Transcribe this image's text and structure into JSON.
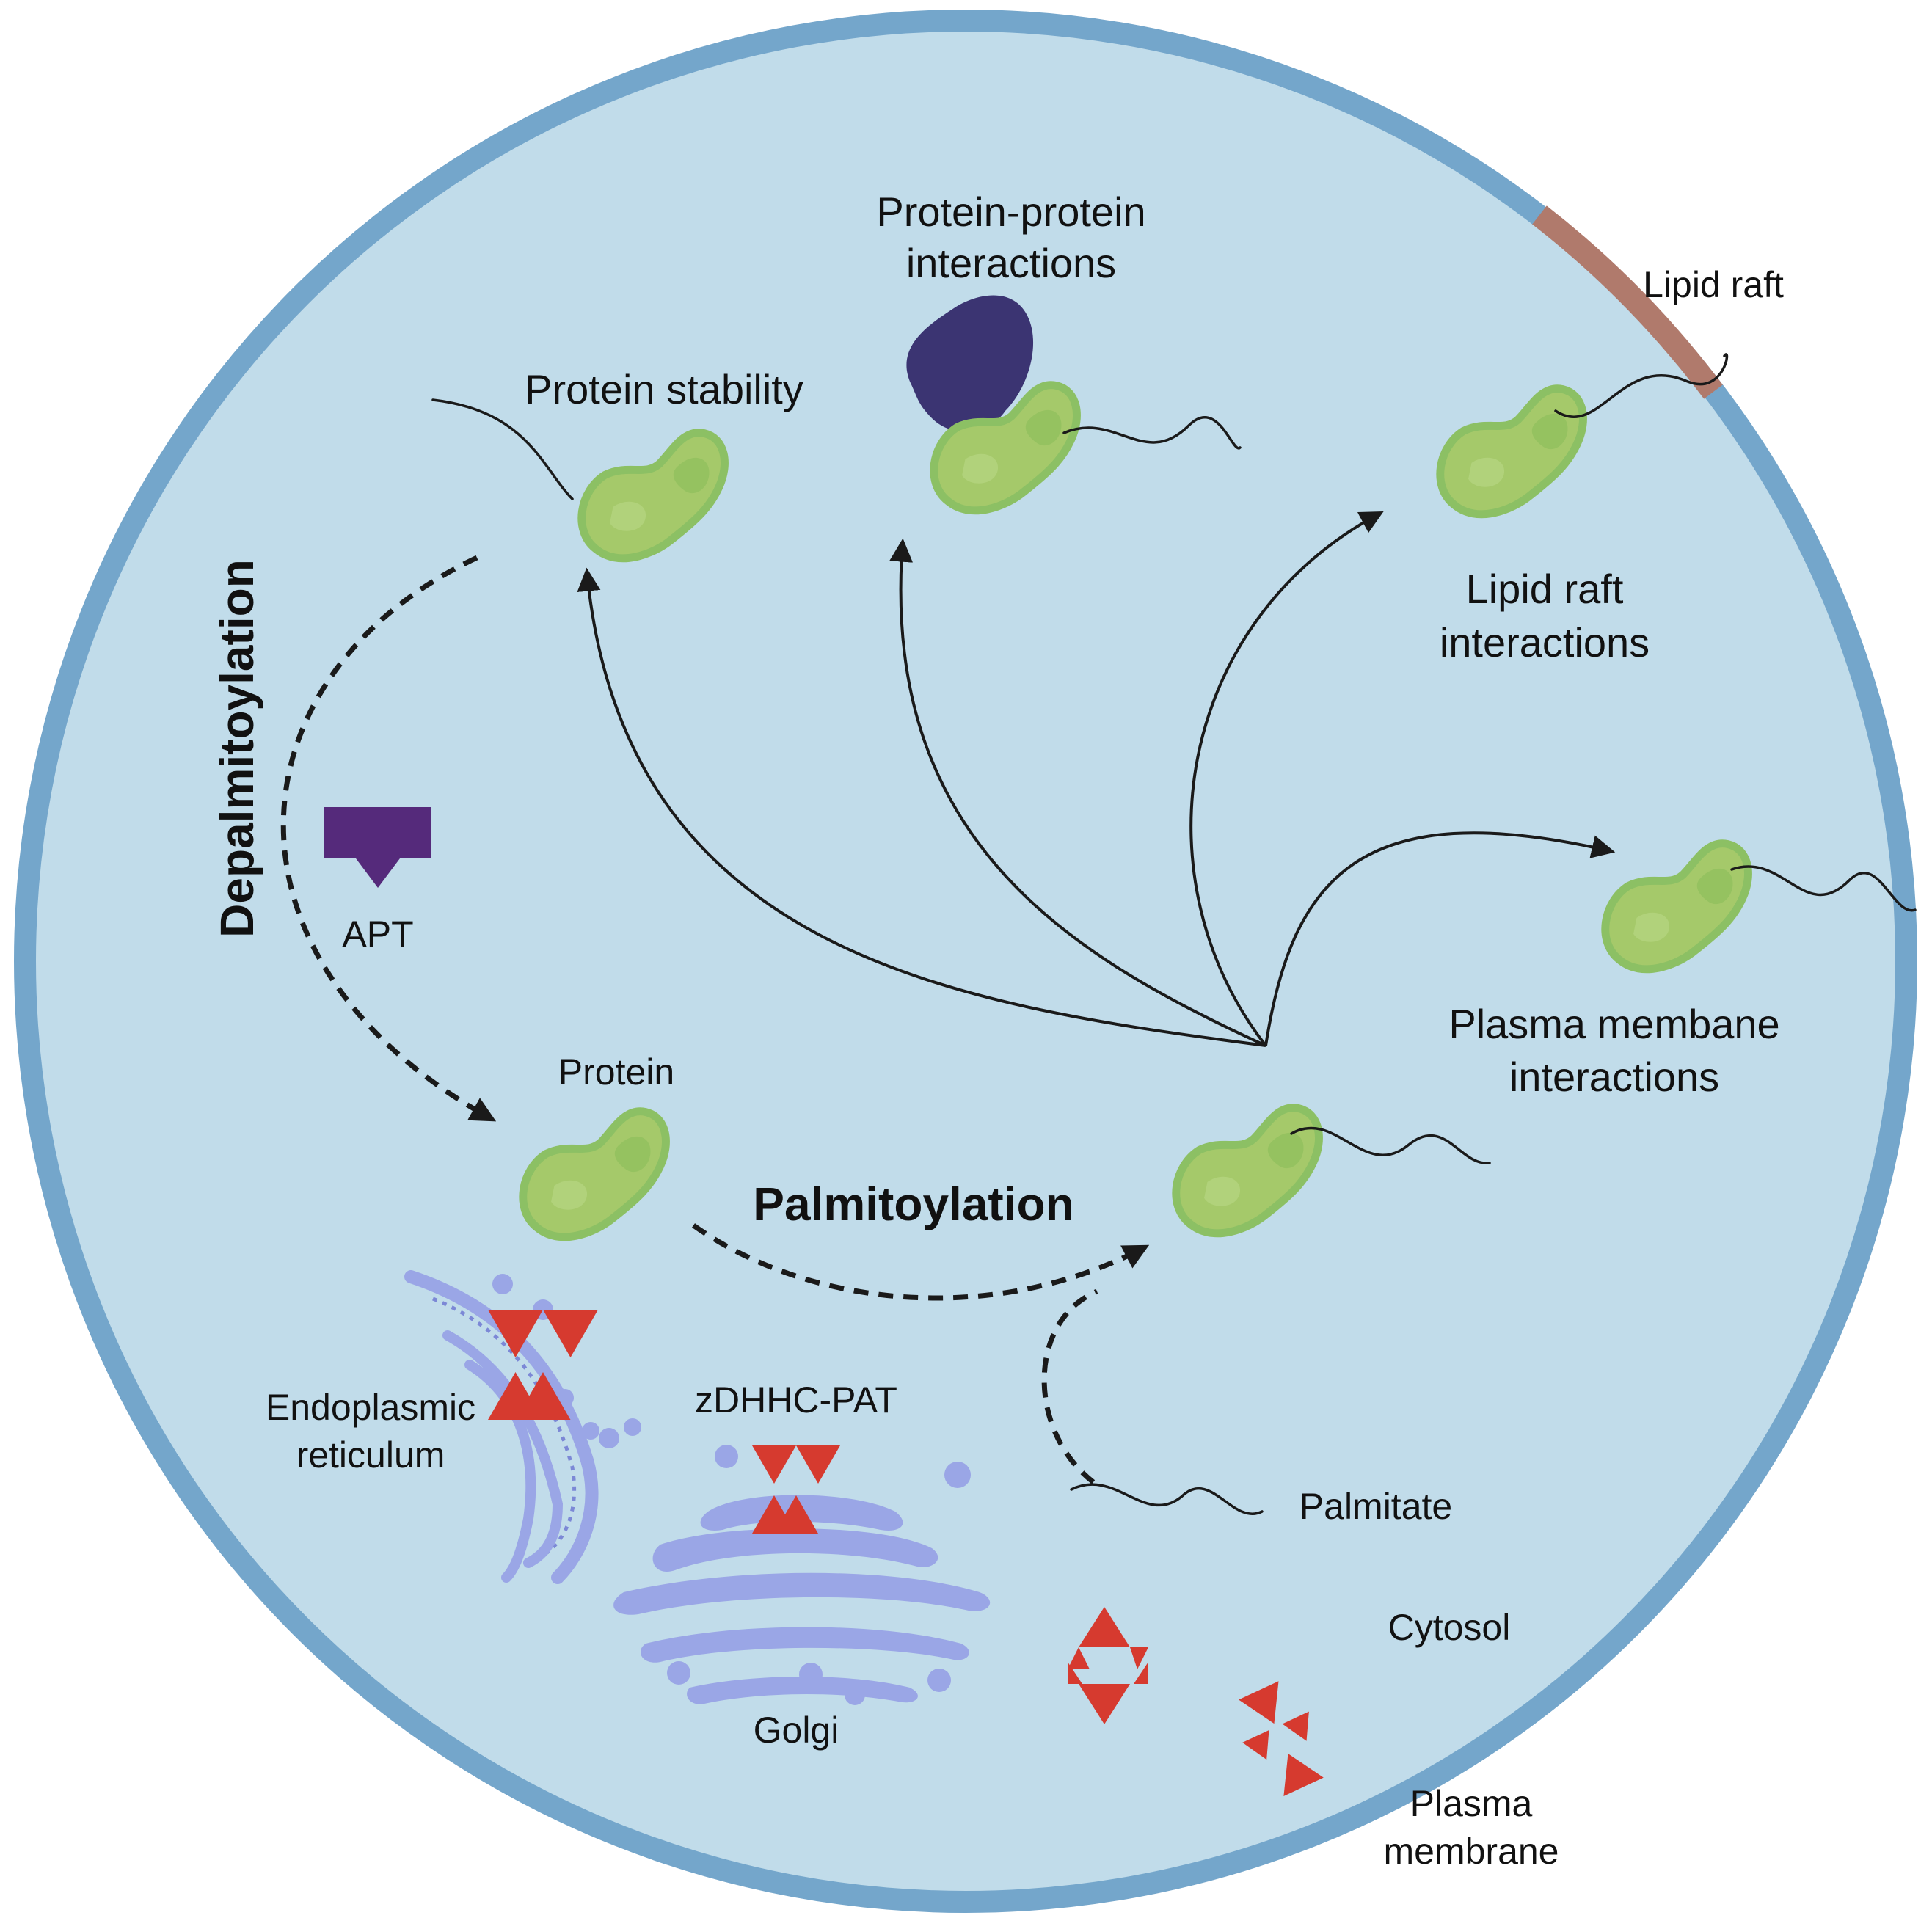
{
  "labels": {
    "protein_protein_line1": "Protein-protein",
    "protein_protein_line2": "interactions",
    "lipid_raft": "Lipid raft",
    "protein_stability": "Protein stability",
    "lipid_raft_interactions_line1": "Lipid raft",
    "lipid_raft_interactions_line2": "interactions",
    "depalmitoylation": "Depalmitoylation",
    "apt": "APT",
    "plasma_membrane_interactions_line1": "Plasma membane",
    "plasma_membrane_interactions_line2": "interactions",
    "protein": "Protein",
    "palmitoylation": "Palmitoylation",
    "er_line1": "Endoplasmic",
    "er_line2": "reticulum",
    "zdhhc_pat": "zDHHC-PAT",
    "palmitate": "Palmitate",
    "cytosol": "Cytosol",
    "golgi": "Golgi",
    "plasma_membrane_line1": "Plasma",
    "plasma_membrane_line2": "membrane"
  },
  "colors": {
    "cytosol": "#c1dcea",
    "membrane": "#74a6cb",
    "lipid_raft": "#b07a6c",
    "protein": "#a5c96a",
    "partner_protein": "#3b3472",
    "apt_enzyme": "#552a7b",
    "zdhhc_enzyme": "#d63a2f",
    "organelle": "#9aa6e6"
  }
}
